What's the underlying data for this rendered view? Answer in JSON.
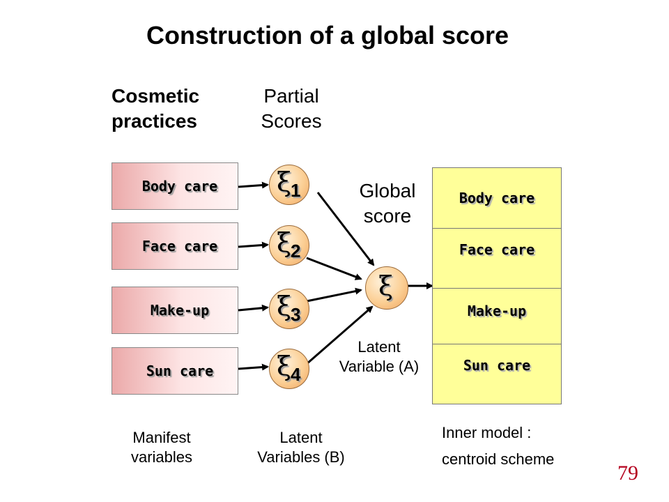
{
  "title": "Construction of a global score",
  "headings": {
    "cosmetic": "Cosmetic\npractices",
    "partial": "Partial\nScores",
    "global": "Global\nscore"
  },
  "manifest_variables": [
    "Body care",
    "Face care",
    "Make-up",
    "Sun care"
  ],
  "latent_b": {
    "symbol": "ξ",
    "subscripts": [
      "1",
      "2",
      "3",
      "4"
    ]
  },
  "global_latent": {
    "symbol": "ξ"
  },
  "inner_model_items": [
    "Body care",
    "Face care",
    "Make-up",
    "Sun care"
  ],
  "captions": {
    "latent_a": "Latent\nVariable (A)",
    "manifest": "Manifest\nvariables",
    "latent_b": "Latent\nVariables (B)",
    "inner_model_line1": "Inner model :",
    "inner_model_line2": "centroid scheme"
  },
  "page_number": "79",
  "colors": {
    "mv_box_gradient_start": "#eba9a9",
    "latent_fill": "#fbcf95",
    "inner_model_fill": "#ffff99",
    "page_number": "#b4001e"
  }
}
